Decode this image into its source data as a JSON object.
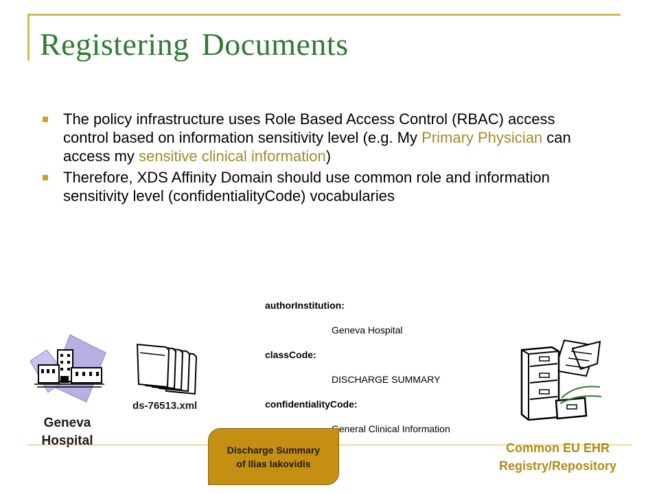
{
  "title": "Registering Documents",
  "bullets": {
    "b1": {
      "p1": "The policy infrastructure uses Role Based Access Control (RBAC) access control based on information sensitivity level (e.g. My ",
      "h1": "Primary Physician",
      "p2": " can access my ",
      "h2": "sensitive clinical information",
      "p3": ")"
    },
    "b2": "Therefore, XDS Affinity Domain should use common role and information sensitivity level (confidentialityCode) vocabularies"
  },
  "metadata": {
    "author_key": "authorInstitution:",
    "author_value": "Geneva Hospital",
    "class_key": "classCode:",
    "class_value": "DISCHARGE SUMMARY",
    "conf_key": "confidentialityCode:",
    "conf_value": "General Clinical Information"
  },
  "diagram": {
    "hospital_label": "Geneva Hospital",
    "file_label": "ds-76513.xml",
    "document_badge": "Discharge Summary of Ilias Iakovidis",
    "registry_label": "Common EU EHR Registry/Repository"
  },
  "colors": {
    "title": "#2f7a33",
    "highlight": "#a48a26",
    "accent": "#d4b84a",
    "badge": "#c58f12",
    "registry_label": "#b38a12"
  }
}
